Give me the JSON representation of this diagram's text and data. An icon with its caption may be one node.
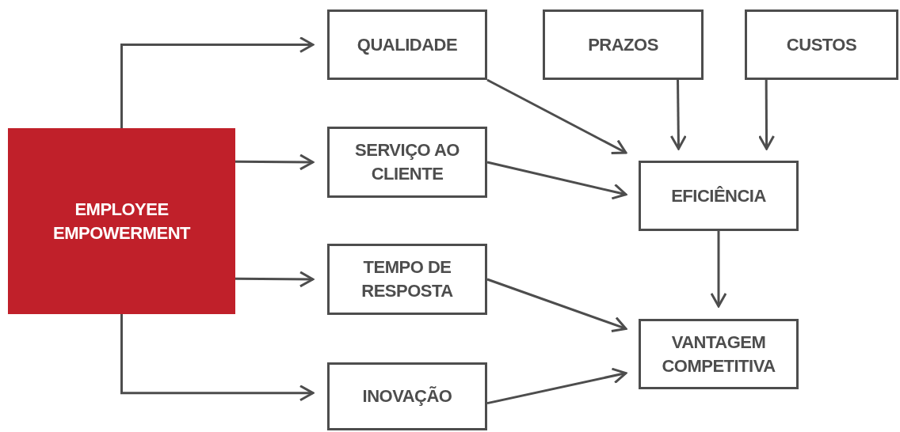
{
  "diagram": {
    "nodes": [
      {
        "text": [
          "EMPLOYEE EMPOWERMENT"
        ]
      },
      {
        "text": [
          "QUALIDADE"
        ]
      },
      {
        "text": [
          "SERVIÇO AO CLIENTE"
        ]
      },
      {
        "text": [
          "TEMPO DE RESPOSTA"
        ]
      },
      {
        "text": [
          "INOVAÇÃO"
        ]
      },
      {
        "text": [
          "PRAZOS"
        ]
      },
      {
        "text": [
          "CUSTOS"
        ]
      },
      {
        "text": [
          "EFICIÊNCIA"
        ]
      },
      {
        "text": [
          "VANTAGEM COMPETITIVA"
        ]
      }
    ],
    "edges": [
      {
        "from": 0,
        "to": 1,
        "arrow": "to"
      },
      {
        "from": 0,
        "to": 2,
        "arrow": "to"
      },
      {
        "from": 0,
        "to": 3,
        "arrow": "to"
      },
      {
        "from": 0,
        "to": 4,
        "arrow": "to"
      },
      {
        "from": 1,
        "to": 7,
        "arrow": "to"
      },
      {
        "from": 2,
        "to": 7,
        "arrow": "to"
      },
      {
        "from": 5,
        "to": 7,
        "arrow": "to"
      },
      {
        "from": 6,
        "to": 7,
        "arrow": "to"
      },
      {
        "from": 7,
        "to": 8,
        "arrow": "to"
      },
      {
        "from": 3,
        "to": 8,
        "arrow": "to"
      },
      {
        "from": 4,
        "to": 8,
        "arrow": "to"
      }
    ]
  }
}
